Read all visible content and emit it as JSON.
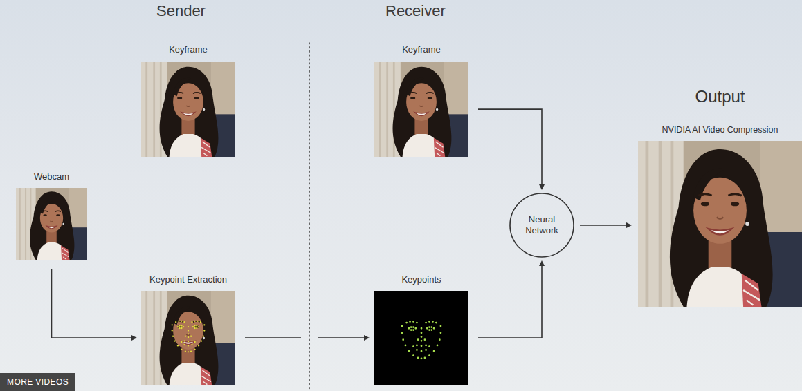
{
  "diagram": {
    "nodes": [
      {
        "text": [
          "Keyframe"
        ]
      },
      {
        "text": [
          "Webcam"
        ]
      },
      {
        "text": [
          "Keypoint Extraction"
        ]
      },
      {
        "text": [
          "Keyframe"
        ]
      },
      {
        "text": [
          "Neural Network"
        ]
      },
      {
        "text": [
          "Keypoints"
        ]
      },
      {
        "text": [
          "Output",
          "NVIDIA AI Video Compression"
        ]
      }
    ],
    "edges": [
      {
        "from": 1,
        "to": 2,
        "arrow": "to"
      },
      {
        "from": 2,
        "to": 5,
        "arrow": "to"
      },
      {
        "from": 3,
        "to": 4,
        "arrow": "to"
      },
      {
        "from": 5,
        "to": 4,
        "arrow": "to"
      },
      {
        "from": 4,
        "to": 6,
        "arrow": "to"
      }
    ],
    "labels": [
      "Sender",
      "Receiver",
      "MORE VIDEOS"
    ]
  }
}
